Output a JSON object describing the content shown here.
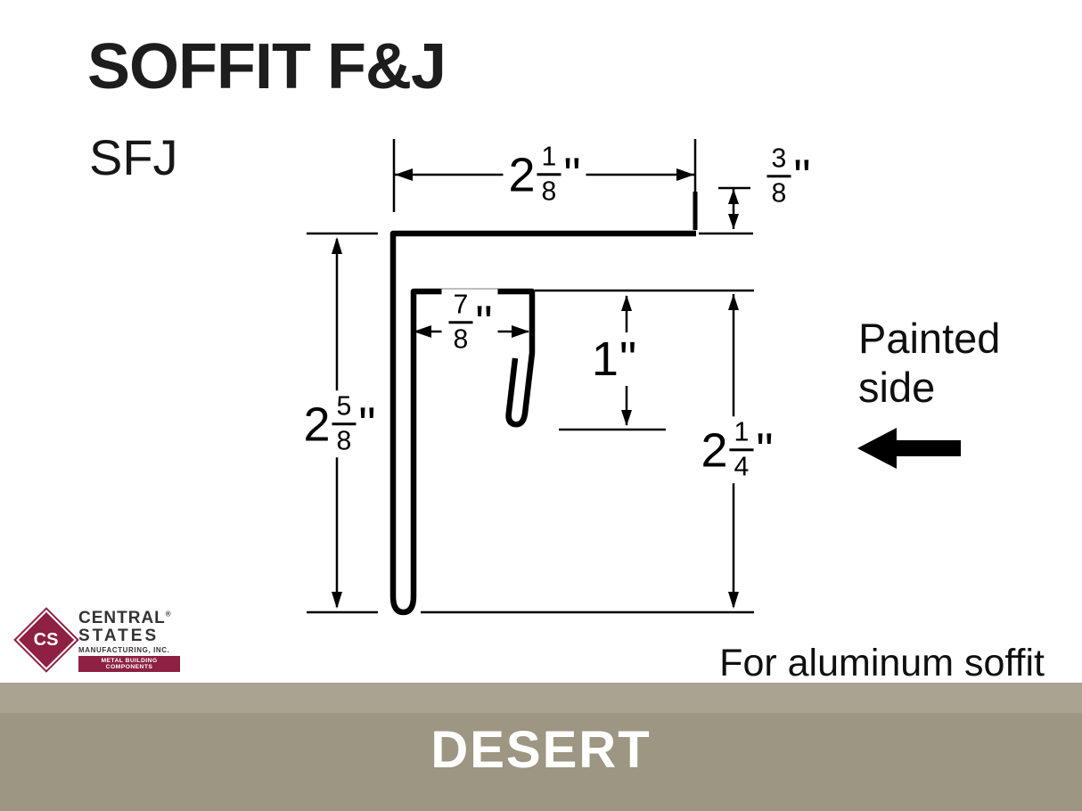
{
  "header": {
    "title": "SOFFIT F&J",
    "code": "SFJ"
  },
  "diagram": {
    "dimensions": {
      "top_width": {
        "whole": "2",
        "numerator": "1",
        "denominator": "8",
        "unit": "\""
      },
      "end_hem": {
        "numerator": "3",
        "denominator": "8",
        "unit": "\""
      },
      "channel_width": {
        "numerator": "7",
        "denominator": "8",
        "unit": "\""
      },
      "channel_depth": {
        "whole": "1",
        "unit": "\""
      },
      "overall_height": {
        "whole": "2",
        "numerator": "5",
        "denominator": "8",
        "unit": "\""
      },
      "right_height": {
        "whole": "2",
        "numerator": "1",
        "denominator": "4",
        "unit": "\""
      }
    },
    "painted_side_line1": "Painted",
    "painted_side_line2": "side",
    "note": "For aluminum soffit"
  },
  "logo": {
    "monogram": "CS",
    "line1": "CENTRAL",
    "registered": "®",
    "line2": "STATES",
    "sub": "MANUFACTURING, INC.",
    "tagline": "METAL BUILDING COMPONENTS"
  },
  "footer": {
    "color_name": "DESERT"
  },
  "colors": {
    "band_strip": "#a9a392",
    "band_main": "#9c9682",
    "logo_maroon": "#8d2043",
    "diagram_line": "#000000"
  }
}
